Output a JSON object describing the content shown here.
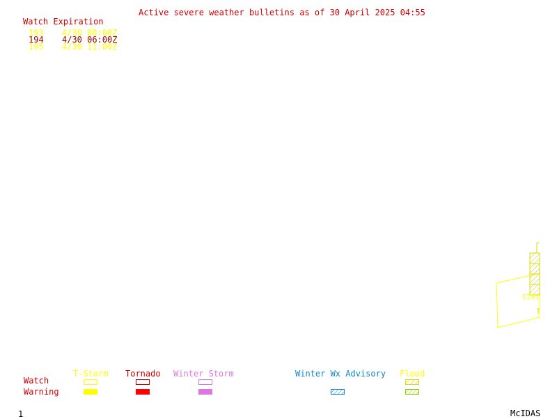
{
  "header": {
    "title": "Active severe weather bulletins as of 30 April 2025 04:55"
  },
  "watch_table": {
    "heading": "Watch Expiration",
    "rows": [
      {
        "id": "193",
        "expires": "4/30 08:00Z",
        "color": "#ffff00"
      },
      {
        "id": "194",
        "expires": "4/30 06:00Z",
        "color": "#990000"
      },
      {
        "id": "195",
        "expires": "4/30 11:00Z",
        "color": "#ffff00"
      }
    ]
  },
  "map": {
    "label": "SI95"
  },
  "legend": {
    "row_watch": "Watch",
    "row_warning": "Warning",
    "columns": [
      {
        "label": "T-Storm",
        "color": "#ffff00",
        "watch_style": "outline",
        "warning_style": "fill"
      },
      {
        "label": "Tornado",
        "color": "#ff0000",
        "watch_style": "outline",
        "warning_style": "fill"
      },
      {
        "label": "Winter Storm",
        "color": "#dd77dd",
        "watch_style": "outline",
        "warning_style": "fill"
      },
      {
        "label": "Winter Wx Advisory",
        "color": "#1188cc",
        "warning_style": "hatch"
      },
      {
        "label": "Flood",
        "color": "#88cc00",
        "watch_style": "hatch",
        "warning_style": "hatch"
      }
    ]
  },
  "footer": {
    "frame": "1",
    "brand": "McIDAS"
  }
}
